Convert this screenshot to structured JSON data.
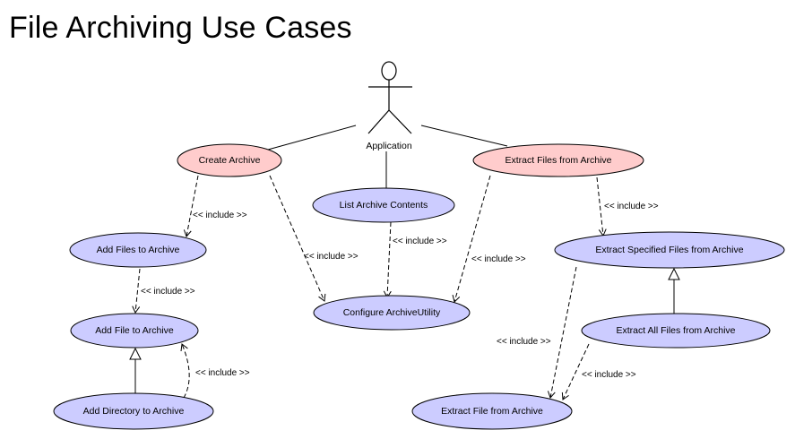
{
  "diagram": {
    "title": "File Archiving Use Cases",
    "actor": {
      "name": "Application",
      "icon": "stick-figure-icon"
    },
    "use_cases": {
      "create_archive": "Create Archive",
      "extract_files_from_archive": "Extract Files from Archive",
      "list_archive_contents": "List Archive Contents",
      "add_files_to_archive": "Add Files to Archive",
      "add_file_to_archive": "Add File to Archive",
      "add_directory_to_archive": "Add Directory to Archive",
      "configure_archiveutility": "Configure ArchiveUtility",
      "extract_specified_files": "Extract Specified Files from Archive",
      "extract_all_files": "Extract All Files from Archive",
      "extract_file_from_archive": "Extract File from Archive"
    },
    "include_label": "<< include >>",
    "colors": {
      "primary_fill": "#ffcccc",
      "secondary_fill": "#ccccff",
      "stroke": "#000000"
    }
  }
}
